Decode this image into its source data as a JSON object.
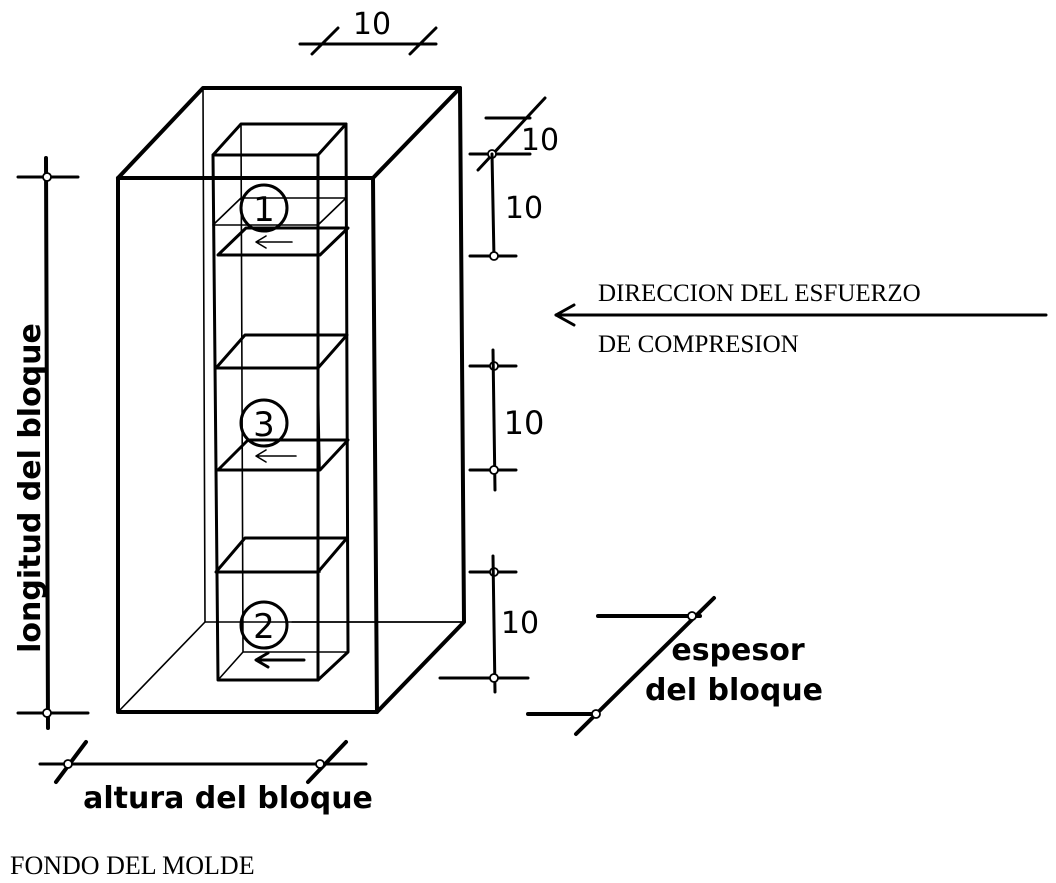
{
  "dimensions": {
    "top_width": "10",
    "right_top": "10",
    "right_1": "10",
    "right_2": "10",
    "right_3": "10"
  },
  "specimens": [
    {
      "label": "1"
    },
    {
      "label": "3"
    },
    {
      "label": "2"
    }
  ],
  "labels": {
    "length": "longitud del bloque",
    "height": "altura del bloque",
    "thickness_line1": "espesor",
    "thickness_line2": "del bloque",
    "direction_line1": "DIRECCION DEL ESFUERZO",
    "direction_line2": "DE COMPRESION",
    "mold_bottom": "FONDO DEL MOLDE"
  }
}
